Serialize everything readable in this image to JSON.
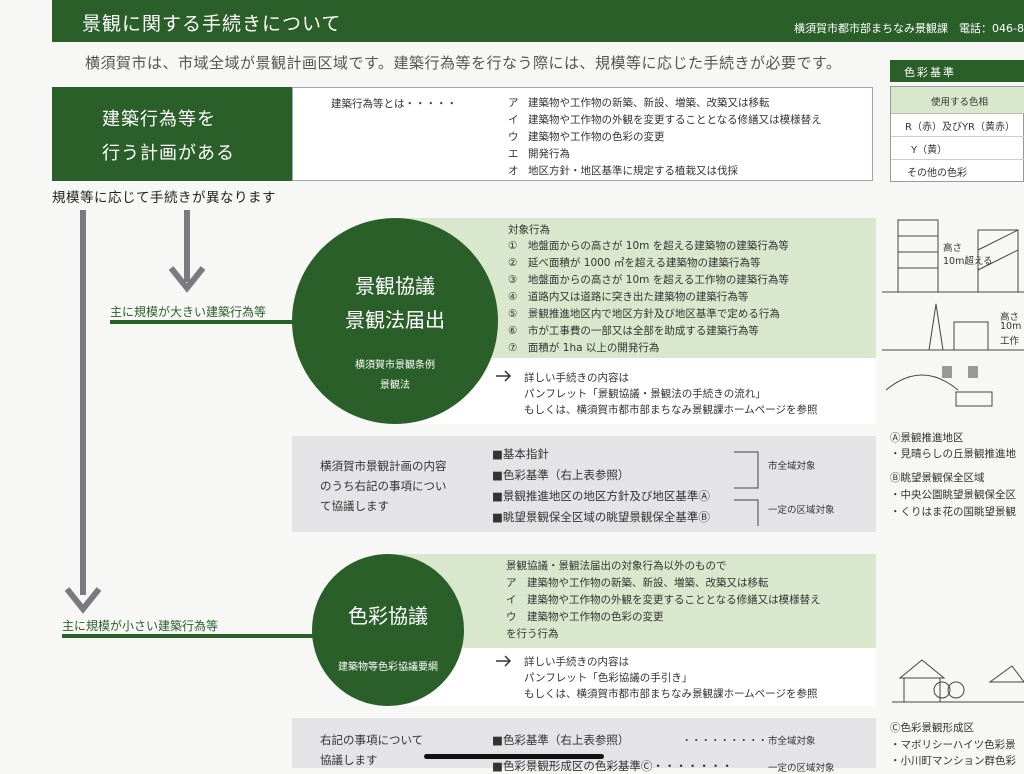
{
  "header": {
    "title": "景観に関する手続きについて",
    "department": "横須賀市都市部まちなみ景観課　電話：046-8"
  },
  "intro": "横須賀市は、市域全域が景観計画区域です。建築行為等を行なう際には、規模等に応じた手続きが必要です。",
  "plan": {
    "line1": "建築行為等を",
    "line2": "行う計画がある",
    "lead": "建築行為等とは・・・・・",
    "items": [
      {
        "letter": "ア",
        "text": "建築物や工作物の新築、新設、増築、改築又は移転"
      },
      {
        "letter": "イ",
        "text": "建築物や工作物の外観を変更することとなる修繕又は模様替え"
      },
      {
        "letter": "ウ",
        "text": "建築物や工作物の色彩の変更"
      },
      {
        "letter": "エ",
        "text": "開発行為"
      },
      {
        "letter": "オ",
        "text": "地区方針・地区基準に規定する植栽又は伐採"
      }
    ]
  },
  "differs_label": "規模等に応じて手続きが異なります",
  "large": {
    "label": "主に規模が大きい建築行為等",
    "circle_line1": "景観協議",
    "circle_line2": "景観法届出",
    "circle_sub1": "横須賀市景観条例",
    "circle_sub2": "景観法",
    "target_title": "対象行為",
    "targets": [
      {
        "num": "①",
        "text": "地盤面からの高さが 10m を超える建築物の建築行為等"
      },
      {
        "num": "②",
        "text": "延べ面積が 1000 ㎡を超える建築物の建築行為等"
      },
      {
        "num": "③",
        "text": "地盤面からの高さが 10m を超える工作物の建築行為等"
      },
      {
        "num": "④",
        "text": "道路内又は道路に突き出た建築物の建築行為等"
      },
      {
        "num": "⑤",
        "text": "景観推進地区内で地区方針及び地区基準で定める行為"
      },
      {
        "num": "⑥",
        "text": "市が工事費の一部又は全部を助成する建築行為等"
      },
      {
        "num": "⑦",
        "text": "面積が 1ha 以上の開発行為"
      }
    ],
    "detail1": "詳しい手続きの内容は",
    "detail2": "パンフレット「景観協議・景観法の手続きの流れ」",
    "detail3": "もしくは、横須賀市都市部まちなみ景観課ホームページを参照",
    "grey_line1": "横須賀市景観計画の内容",
    "grey_line2": "のうち右記の事項につい",
    "grey_line3": "て協議します",
    "grey_items": [
      "■基本指針",
      "■色彩基準（右上表参照）",
      "■景観推進地区の地区方針及び地区基準Ⓐ",
      "■眺望景観保全区域の眺望景観保全基準Ⓑ"
    ],
    "scope_city": "市全域対象",
    "scope_area": "一定の区域対象"
  },
  "small": {
    "label": "主に規模が小さい建築行為等",
    "circle_line1": "色彩協議",
    "circle_sub1": "建築物等色彩協議要綱",
    "lead": "景観協議・景観法届出の対象行為以外のもので",
    "items": [
      {
        "letter": "ア",
        "text": "建築物や工作物の新築、新設、増築、改築又は移転"
      },
      {
        "letter": "イ",
        "text": "建築物や工作物の外観を変更することとなる修繕又は模様替え"
      },
      {
        "letter": "ウ",
        "text": "建築物や工作物の色彩の変更"
      }
    ],
    "tail": "を行う行為",
    "detail1": "詳しい手続きの内容は",
    "detail2": "パンフレット「色彩協議の手引き」",
    "detail3": "もしくは、横須賀市都市部まちなみ景観課ホームページを参照",
    "grey_line1": "右記の事項について",
    "grey_line2": "協議します",
    "grey_item1": "■色彩基準（右上表参照）",
    "grey_item2": "■色彩景観形成区の色彩基準Ⓒ・・・・・・・",
    "dots1": "・・・・・・・・・",
    "scope_city": "市全域対象",
    "scope_area": "一定の区域対象"
  },
  "right": {
    "color_title": "色彩基準",
    "table_header": "使用する色相",
    "rows": [
      "R（赤）及びYR（黄赤）",
      "Y（黄）",
      "その他の色彩"
    ],
    "height1": "高さ",
    "height2": "10m超える",
    "height3": "高さ",
    "height4": "10m",
    "height5": "工作",
    "areaA": "Ⓐ景観推進地区",
    "areaA1": "・見晴らしの丘景観推進地",
    "areaB": "Ⓑ眺望景観保全区域",
    "areaB1": "・中央公園眺望景観保全区",
    "areaB2": "・くりはま花の国眺望景観",
    "areaC": "Ⓒ色彩景観形成区",
    "areaC1": "・マボリシーハイツ色彩景",
    "areaC2": "・小川町マンション群色彩"
  }
}
